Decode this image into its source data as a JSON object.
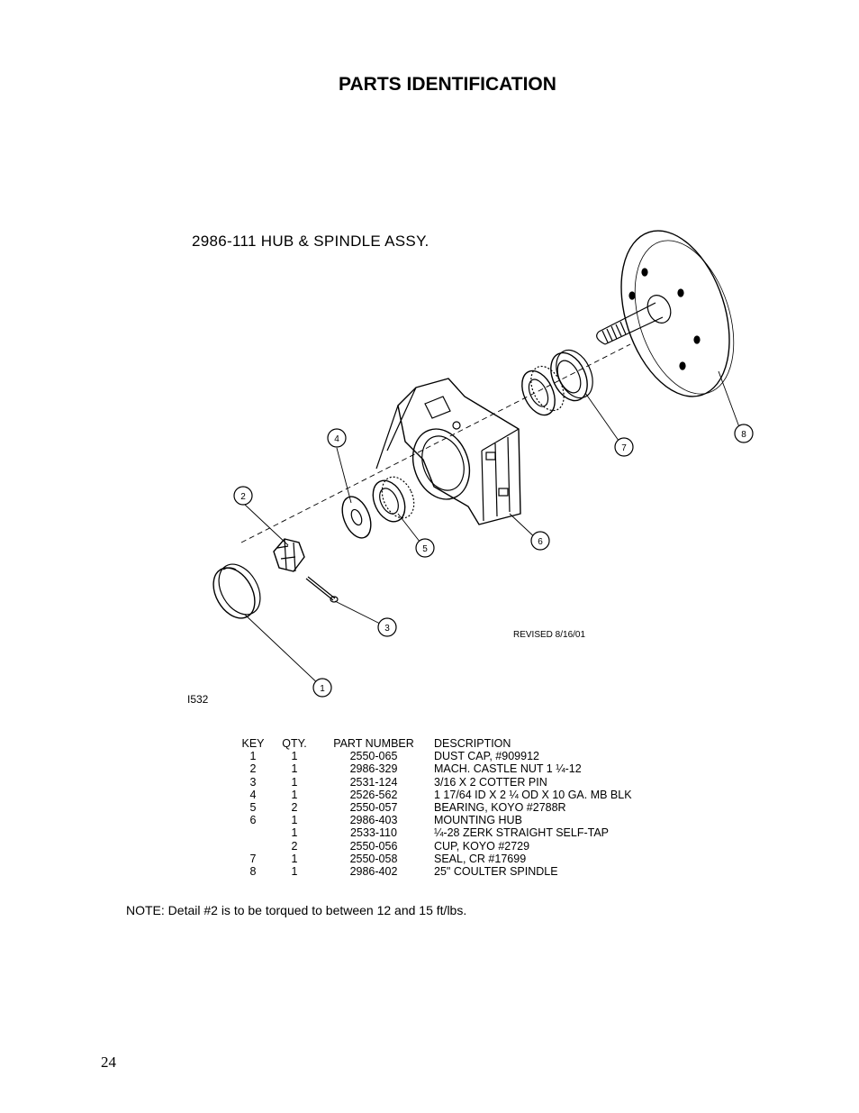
{
  "page": {
    "title": "PARTS IDENTIFICATION",
    "note": "NOTE:  Detail #2 is to be torqued to between 12 and 15 ft/lbs.",
    "page_number": "24"
  },
  "diagram": {
    "title": "2986-111 HUB & SPINDLE ASSY.",
    "revised": "REVISED 8/16/01",
    "drawing_id": "I532",
    "callouts": [
      "1",
      "2",
      "3",
      "4",
      "5",
      "6",
      "7",
      "8"
    ]
  },
  "parts_table": {
    "headers": {
      "key": "KEY",
      "qty": "QTY.",
      "part_number": "PART NUMBER",
      "description": "DESCRIPTION"
    },
    "rows": [
      {
        "key": "1",
        "qty": "1",
        "part_number": "2550-065",
        "description": "DUST CAP, #909912"
      },
      {
        "key": "2",
        "qty": "1",
        "part_number": "2986-329",
        "description": "MACH. CASTLE NUT 1 ¼-12"
      },
      {
        "key": "3",
        "qty": "1",
        "part_number": "2531-124",
        "description": "3/16 X 2 COTTER PIN"
      },
      {
        "key": "4",
        "qty": "1",
        "part_number": "2526-562",
        "description": "1 17/64 ID X 2 ¼ OD X 10 GA. MB BLK"
      },
      {
        "key": "5",
        "qty": "2",
        "part_number": "2550-057",
        "description": "BEARING, KOYO #2788R"
      },
      {
        "key": "6",
        "qty": "1",
        "part_number": "2986-403",
        "description": "MOUNTING HUB"
      },
      {
        "key": "",
        "qty": "1",
        "part_number": "2533-110",
        "description": "¼-28 ZERK STRAIGHT SELF-TAP"
      },
      {
        "key": "",
        "qty": "2",
        "part_number": "2550-056",
        "description": "CUP, KOYO #2729"
      },
      {
        "key": "7",
        "qty": "1",
        "part_number": "2550-058",
        "description": "SEAL, CR #17699"
      },
      {
        "key": "8",
        "qty": "1",
        "part_number": "2986-402",
        "description": "25\" COULTER SPINDLE"
      }
    ]
  }
}
